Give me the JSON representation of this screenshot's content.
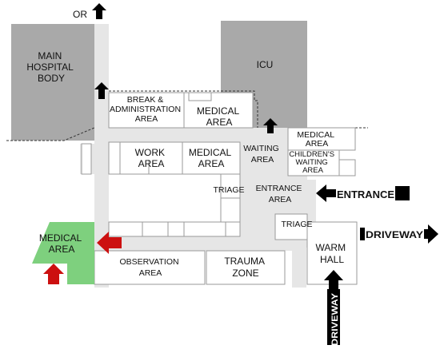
{
  "labels": {
    "or": "OR",
    "main_hospital": [
      "MAIN",
      "HOSPITAL",
      "BODY"
    ],
    "icu": "ICU",
    "break_admin": [
      "BREAK &",
      "ADMINISTRATION",
      "AREA"
    ],
    "medical_top": [
      "MEDICAL",
      "AREA"
    ],
    "medical_right": [
      "MEDICAL",
      "AREA"
    ],
    "work_area": [
      "WORK",
      "AREA"
    ],
    "medical_center": [
      "MEDICAL",
      "AREA"
    ],
    "waiting": [
      "WAITING",
      "AREA"
    ],
    "childrens_waiting": [
      "CHILDREN'S",
      "WAITING",
      "AREA"
    ],
    "triage_left": "TRIAGE",
    "entrance_area": [
      "ENTRANCE",
      "AREA"
    ],
    "triage_right": "TRIAGE",
    "medical_green": [
      "MEDICAL",
      "AREA"
    ],
    "observation": [
      "OBSERVATION",
      "AREA"
    ],
    "trauma": [
      "TRAUMA",
      "ZONE"
    ],
    "warm_hall": [
      "WARM",
      "HALL"
    ],
    "entrance_arrow": "ENTRANCE",
    "driveway_right": "DRIVEWAY",
    "driveway_bottom": "DRIVEWAY"
  },
  "colors": {
    "gray_block": "#a9a9a9",
    "corridor": "#e6e6e6",
    "medical_green": "#7ed07e",
    "red_arrow": "#cc1010",
    "black_arrow": "#000000"
  }
}
